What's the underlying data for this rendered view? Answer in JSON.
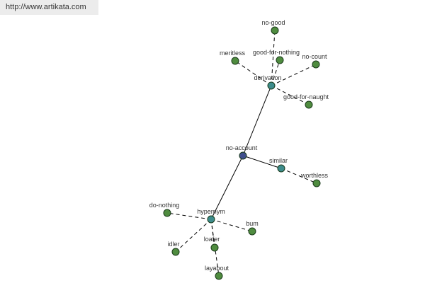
{
  "source_url": "http://www.artikata.com",
  "colors": {
    "root": "#3f4f8c",
    "relation": "#3d8c8c",
    "word": "#4f8c3f",
    "edge": "#000000",
    "banner_bg": "#ececec"
  },
  "graph": {
    "root": "no-account",
    "relations": [
      {
        "label": "derivation",
        "words": [
          "no-good",
          "meritless",
          "good-for-nothing",
          "no-count",
          "good-for-naught"
        ]
      },
      {
        "label": "similar",
        "words": [
          "worthless"
        ]
      },
      {
        "label": "hypernym",
        "words": [
          "do-nothing",
          "bum",
          "idler",
          "loafer",
          "layabout"
        ]
      }
    ]
  }
}
